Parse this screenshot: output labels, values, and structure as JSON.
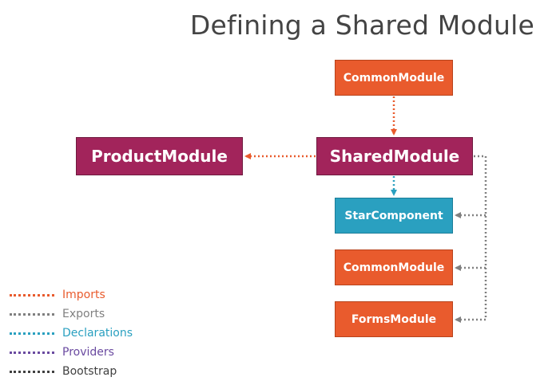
{
  "title": "Defining a Shared Module",
  "colors": {
    "imports": "#e95b2d",
    "exports": "#808080",
    "declarations": "#2aa0c0",
    "providers": "#6a4aa0",
    "bootstrap": "#404040",
    "module_box": "#a2245b",
    "orange_box": "#e95b2d",
    "component_box": "#2aa0c0"
  },
  "nodes": {
    "common_module_import": "CommonModule",
    "product_module": "ProductModule",
    "shared_module": "SharedModule",
    "star_component": "StarComponent",
    "common_module_export": "CommonModule",
    "forms_module": "FormsModule"
  },
  "edges": [
    {
      "from": "CommonModule",
      "to": "SharedModule",
      "kind": "Imports"
    },
    {
      "from": "SharedModule",
      "to": "ProductModule",
      "kind": "Imports"
    },
    {
      "from": "SharedModule",
      "to": "StarComponent",
      "kind": "Declarations"
    },
    {
      "from": "SharedModule",
      "to": "StarComponent",
      "kind": "Exports"
    },
    {
      "from": "SharedModule",
      "to": "CommonModule",
      "kind": "Exports"
    },
    {
      "from": "SharedModule",
      "to": "FormsModule",
      "kind": "Exports"
    }
  ],
  "legend": {
    "imports": "Imports",
    "exports": "Exports",
    "declarations": "Declarations",
    "providers": "Providers",
    "bootstrap": "Bootstrap"
  }
}
